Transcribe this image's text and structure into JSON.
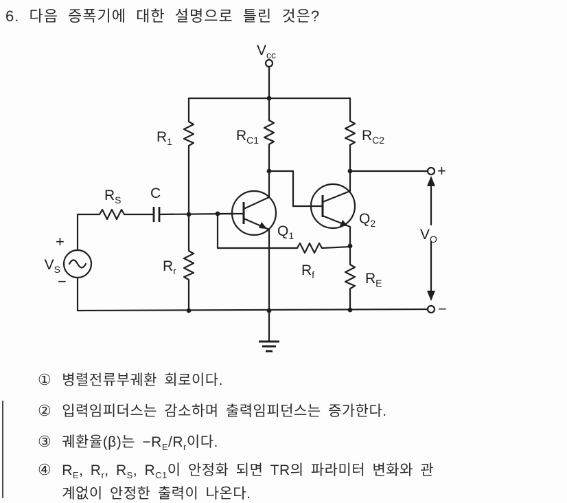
{
  "page": {
    "title": "6. 다음 증폭기에 대한 설명으로 틀린 것은?"
  },
  "circuit": {
    "labels": {
      "vcc": {
        "base": "V",
        "sub": "cc"
      },
      "r1": {
        "base": "R",
        "sub": "1"
      },
      "rc1": {
        "base": "R",
        "sub": "C1"
      },
      "rc2": {
        "base": "R",
        "sub": "C2"
      },
      "rs": {
        "base": "R",
        "sub": "S"
      },
      "cap": {
        "base": "C"
      },
      "rr": {
        "base": "R",
        "sub": "r"
      },
      "rf": {
        "base": "R",
        "sub": "f"
      },
      "re": {
        "base": "R",
        "sub": "E"
      },
      "q1": {
        "base": "Q",
        "sub": "1"
      },
      "q2": {
        "base": "Q",
        "sub": "2"
      },
      "vs": {
        "base": "V",
        "sub": "S"
      },
      "vo": {
        "base": "V",
        "sub": "O"
      }
    },
    "signs": {
      "vs_plus": "+",
      "vs_minus": "−",
      "out_plus": "+",
      "out_minus": "−"
    }
  },
  "options": {
    "o1": {
      "num": "①",
      "text": "병렬전류부궤환 회로이다."
    },
    "o2": {
      "num": "②",
      "text": "입력임피더스는 감소하며 출력임피던스는 증가한다."
    },
    "o3": {
      "num": "③",
      "pre": "궤환율(β)는 −R",
      "sub1": "E",
      "mid": "/R",
      "sub2": "r",
      "post": "이다."
    },
    "o4": {
      "num": "④",
      "seg1": "R",
      "sub1": "E",
      "seg2": ", R",
      "sub2": "r",
      "seg3": ", R",
      "sub3": "S",
      "seg4": ", R",
      "sub4": "C1",
      "seg5": "이 안정화 되면 TR의 파라미터 변화와 관",
      "line2": "계없이 안정한 출력이 나온다."
    }
  }
}
